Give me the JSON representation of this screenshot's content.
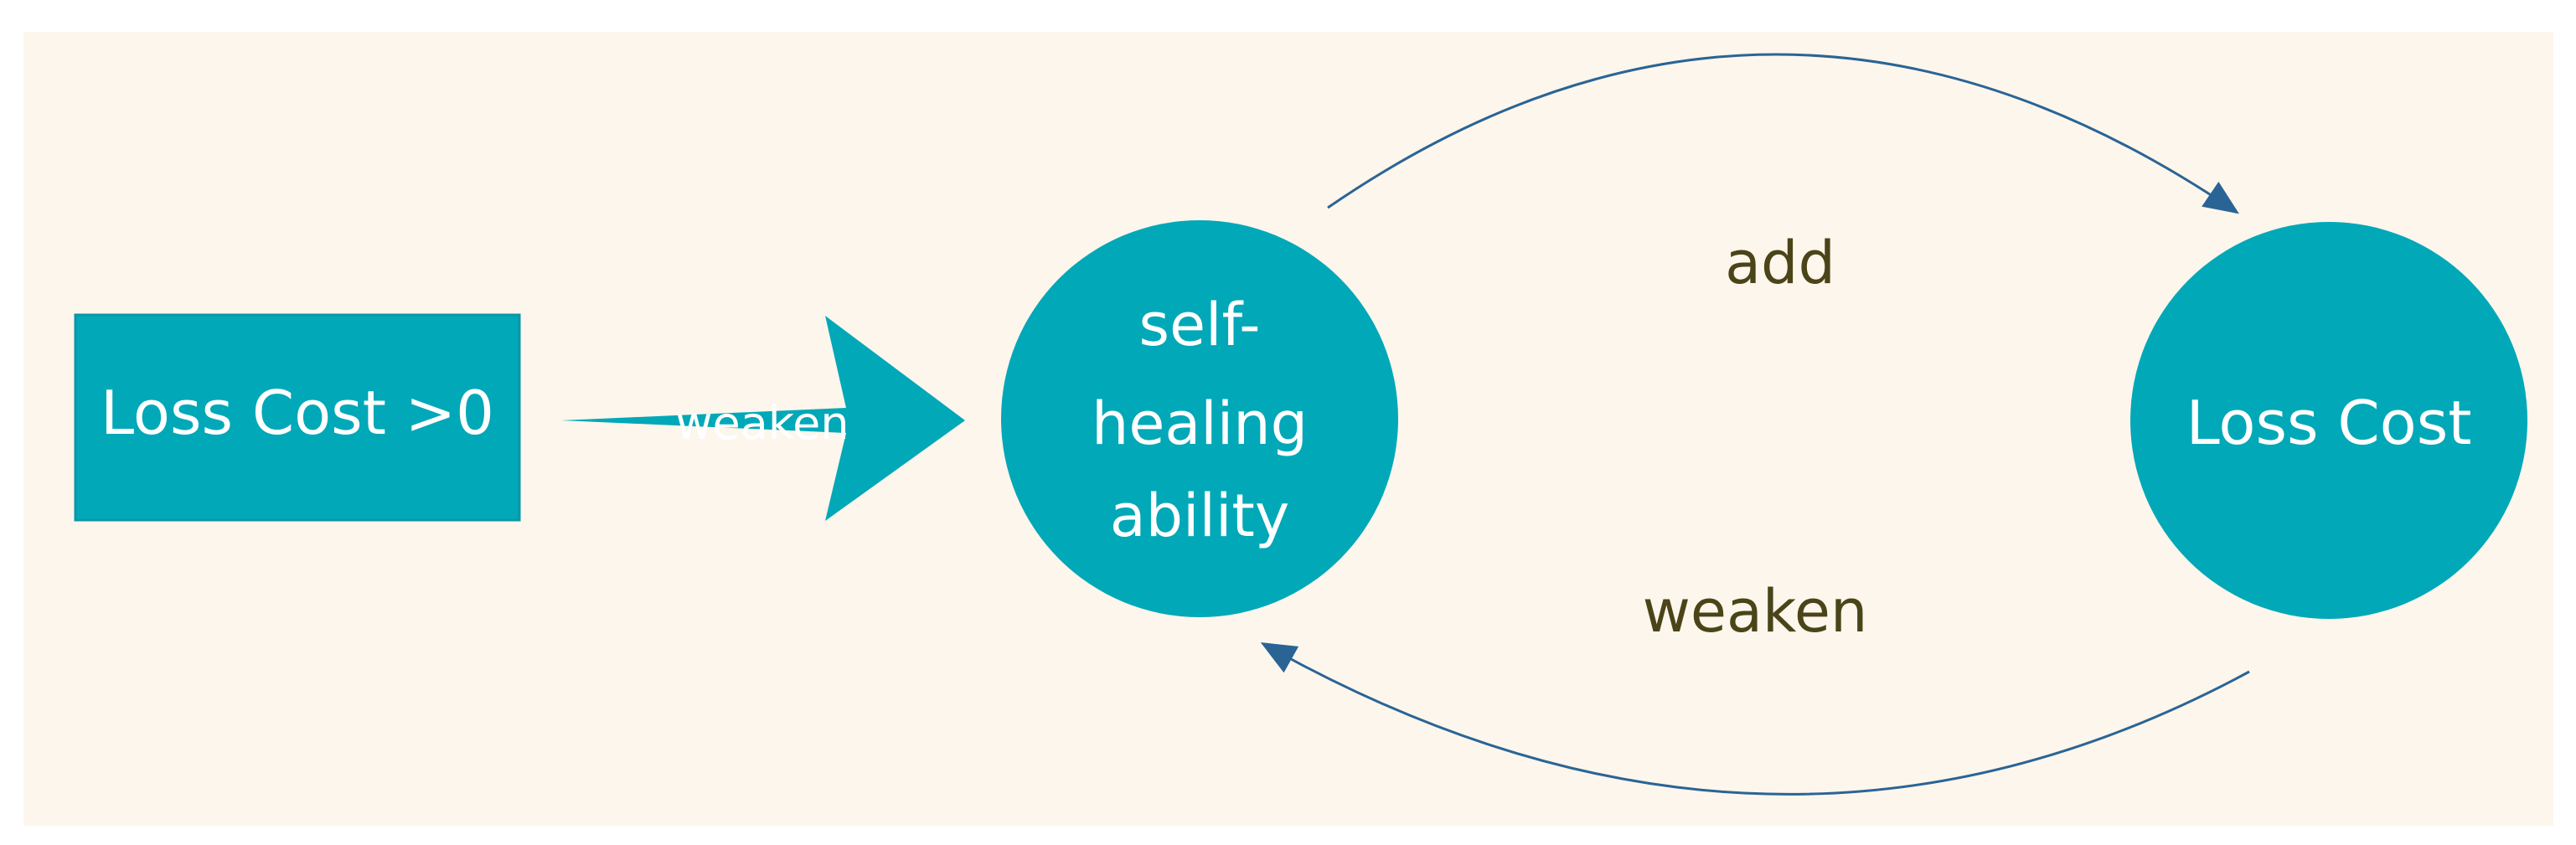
{
  "diagram": {
    "colors": {
      "canvas": "#fdf6ec",
      "node_fill": "#00a8b8",
      "arrow_stroke": "#2a6495",
      "label_text": "#4a4418",
      "node_text": "#ffffff"
    },
    "nodes": {
      "source": {
        "label": "Loss Cost >0"
      },
      "self_healing": {
        "label_lines": [
          "self-",
          "healing",
          "ability"
        ]
      },
      "loss_cost": {
        "label": "Loss Cost"
      }
    },
    "edges": {
      "source_to_self_healing": {
        "label": "weaken"
      },
      "self_healing_to_loss_cost": {
        "label": "add"
      },
      "loss_cost_to_self_healing": {
        "label": "weaken"
      }
    }
  }
}
